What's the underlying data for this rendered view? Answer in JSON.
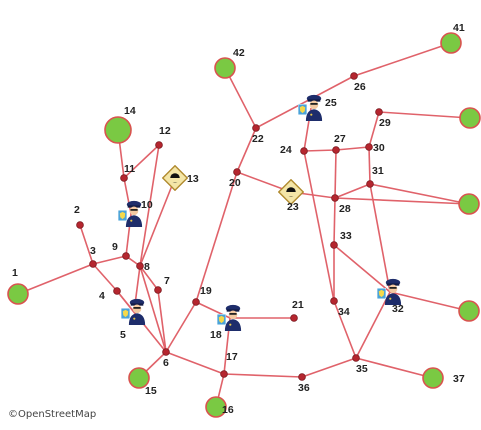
{
  "map": {
    "attribution": "©OpenStreetMap",
    "colors": {
      "edge": "#e0626a",
      "node": "#b5262f",
      "terminal_fill": "#7ac943",
      "terminal_ring": "#d9534f",
      "incident_fill": "#f4e6a8",
      "officer_uniform": "#1e2d6b"
    },
    "icons": [
      "police-officer-icon",
      "incident-warning-icon"
    ],
    "nodes": [
      {
        "id": "1",
        "kind": "terminal"
      },
      {
        "id": "2",
        "kind": "junction"
      },
      {
        "id": "3",
        "kind": "junction"
      },
      {
        "id": "4",
        "kind": "junction"
      },
      {
        "id": "5",
        "kind": "police"
      },
      {
        "id": "6",
        "kind": "junction"
      },
      {
        "id": "7",
        "kind": "junction"
      },
      {
        "id": "8",
        "kind": "junction"
      },
      {
        "id": "9",
        "kind": "junction"
      },
      {
        "id": "10",
        "kind": "police"
      },
      {
        "id": "11",
        "kind": "junction"
      },
      {
        "id": "12",
        "kind": "junction"
      },
      {
        "id": "13",
        "kind": "incident"
      },
      {
        "id": "14",
        "kind": "terminal"
      },
      {
        "id": "15",
        "kind": "terminal"
      },
      {
        "id": "16",
        "kind": "terminal"
      },
      {
        "id": "17",
        "kind": "junction"
      },
      {
        "id": "18",
        "kind": "police"
      },
      {
        "id": "19",
        "kind": "junction"
      },
      {
        "id": "20",
        "kind": "junction"
      },
      {
        "id": "21",
        "kind": "junction"
      },
      {
        "id": "22",
        "kind": "junction"
      },
      {
        "id": "23",
        "kind": "incident"
      },
      {
        "id": "24",
        "kind": "junction"
      },
      {
        "id": "25",
        "kind": "police"
      },
      {
        "id": "26",
        "kind": "junction"
      },
      {
        "id": "27",
        "kind": "junction"
      },
      {
        "id": "28",
        "kind": "junction"
      },
      {
        "id": "29",
        "kind": "junction"
      },
      {
        "id": "30",
        "kind": "junction"
      },
      {
        "id": "31",
        "kind": "junction"
      },
      {
        "id": "32",
        "kind": "police"
      },
      {
        "id": "33",
        "kind": "junction"
      },
      {
        "id": "34",
        "kind": "junction"
      },
      {
        "id": "35",
        "kind": "junction"
      },
      {
        "id": "36",
        "kind": "junction"
      },
      {
        "id": "37",
        "kind": "terminal"
      },
      {
        "id": "41",
        "kind": "terminal"
      },
      {
        "id": "42",
        "kind": "terminal"
      }
    ],
    "edges": [
      [
        "1",
        "3"
      ],
      [
        "2",
        "3"
      ],
      [
        "3",
        "9"
      ],
      [
        "3",
        "4"
      ],
      [
        "4",
        "5"
      ],
      [
        "4",
        "6"
      ],
      [
        "9",
        "8"
      ],
      [
        "8",
        "7"
      ],
      [
        "7",
        "6"
      ],
      [
        "8",
        "5"
      ],
      [
        "9",
        "10"
      ],
      [
        "10",
        "11"
      ],
      [
        "11",
        "14"
      ],
      [
        "11",
        "12"
      ],
      [
        "12",
        "8"
      ],
      [
        "13",
        "8"
      ],
      [
        "8",
        "6"
      ],
      [
        "6",
        "15"
      ],
      [
        "6",
        "19"
      ],
      [
        "6",
        "17"
      ],
      [
        "17",
        "16"
      ],
      [
        "17",
        "18"
      ],
      [
        "18",
        "21"
      ],
      [
        "18",
        "19"
      ],
      [
        "19",
        "20"
      ],
      [
        "20",
        "22"
      ],
      [
        "22",
        "42"
      ],
      [
        "22",
        "26"
      ],
      [
        "26",
        "41"
      ],
      [
        "20",
        "23"
      ],
      [
        "23",
        "28"
      ],
      [
        "25",
        "24"
      ],
      [
        "24",
        "27"
      ],
      [
        "27",
        "30"
      ],
      [
        "30",
        "29"
      ],
      [
        "29",
        "e29"
      ],
      [
        "30",
        "31"
      ],
      [
        "31",
        "e31"
      ],
      [
        "31",
        "28"
      ],
      [
        "28",
        "e28"
      ],
      [
        "27",
        "28"
      ],
      [
        "28",
        "33"
      ],
      [
        "33",
        "34"
      ],
      [
        "33",
        "32"
      ],
      [
        "31",
        "32"
      ],
      [
        "32",
        "e32"
      ],
      [
        "34",
        "35"
      ],
      [
        "32",
        "35"
      ],
      [
        "35",
        "37"
      ],
      [
        "35",
        "36"
      ],
      [
        "36",
        "17"
      ],
      [
        "34",
        "24"
      ]
    ],
    "labels": [
      {
        "node": "1",
        "text": "1"
      },
      {
        "node": "2",
        "text": "2"
      },
      {
        "node": "3",
        "text": "3"
      },
      {
        "node": "4",
        "text": "4"
      },
      {
        "node": "5",
        "text": "5"
      },
      {
        "node": "6",
        "text": "6"
      },
      {
        "node": "7",
        "text": "7"
      },
      {
        "node": "8",
        "text": "8"
      },
      {
        "node": "9",
        "text": "9"
      },
      {
        "node": "10",
        "text": "10"
      },
      {
        "node": "11",
        "text": "11"
      },
      {
        "node": "12",
        "text": "12"
      },
      {
        "node": "13",
        "text": "13"
      },
      {
        "node": "14",
        "text": "14"
      },
      {
        "node": "15",
        "text": "15"
      },
      {
        "node": "16",
        "text": "16"
      },
      {
        "node": "17",
        "text": "17"
      },
      {
        "node": "18",
        "text": "18"
      },
      {
        "node": "19",
        "text": "19"
      },
      {
        "node": "20",
        "text": "20"
      },
      {
        "node": "21",
        "text": "21"
      },
      {
        "node": "22",
        "text": "22"
      },
      {
        "node": "23",
        "text": "23"
      },
      {
        "node": "24",
        "text": "24"
      },
      {
        "node": "25",
        "text": "25"
      },
      {
        "node": "26",
        "text": "26"
      },
      {
        "node": "27",
        "text": "27"
      },
      {
        "node": "28",
        "text": "28"
      },
      {
        "node": "29",
        "text": "29"
      },
      {
        "node": "30",
        "text": "30"
      },
      {
        "node": "31",
        "text": "31"
      },
      {
        "node": "32",
        "text": "32"
      },
      {
        "node": "33",
        "text": "33"
      },
      {
        "node": "34",
        "text": "34"
      },
      {
        "node": "35",
        "text": "35"
      },
      {
        "node": "36",
        "text": "36"
      },
      {
        "node": "37",
        "text": "37"
      },
      {
        "node": "41",
        "text": "41"
      },
      {
        "node": "42",
        "text": "42"
      }
    ]
  }
}
